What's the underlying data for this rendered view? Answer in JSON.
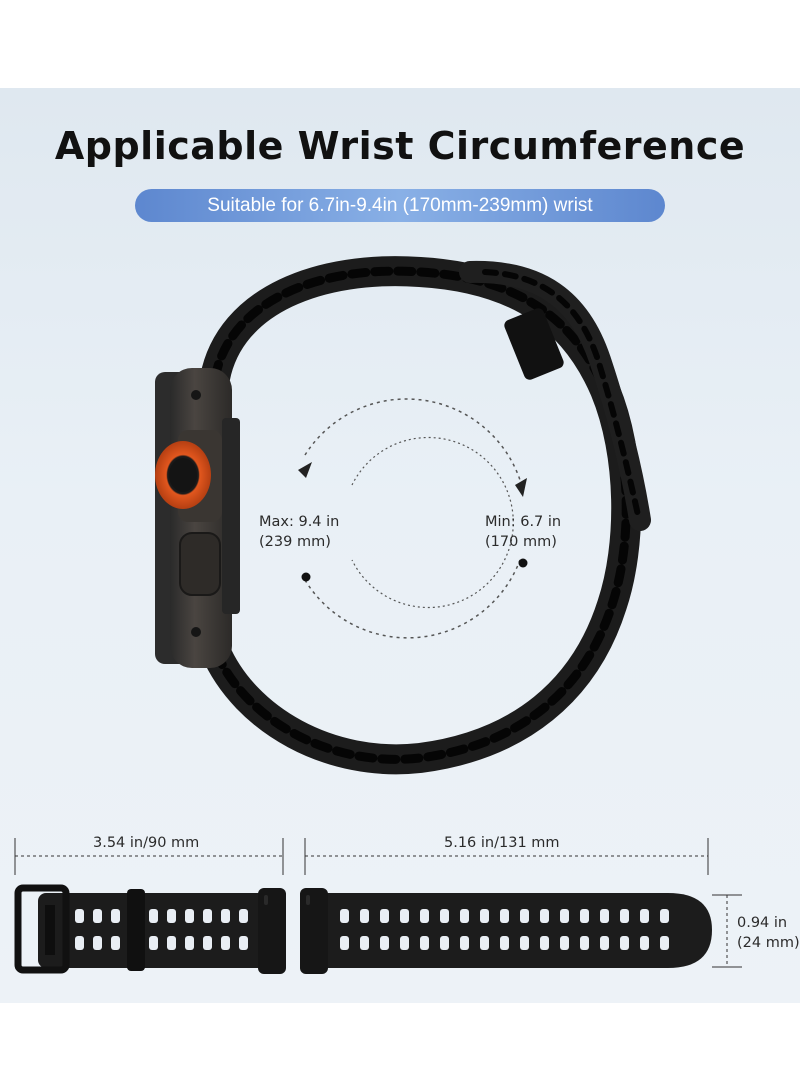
{
  "heading": "Applicable Wrist Circumference",
  "subheading": "Suitable for 6.7in-9.4in (170mm-239mm) wrist",
  "circumference": {
    "max_line1": "Max: 9.4 in",
    "max_line2": "(239 mm)",
    "min_line1": "Min: 6.7 in",
    "min_line2": "(170 mm)"
  },
  "dimensions": {
    "short_strap_length": "3.54 in/90 mm",
    "long_strap_length": "5.16 in/131 mm",
    "width_line1": "0.94 in",
    "width_line2": "(24 mm)"
  },
  "colors": {
    "band": "#1c1c1c",
    "accent_crown": "#e2571e",
    "banner": "#6f98da"
  }
}
